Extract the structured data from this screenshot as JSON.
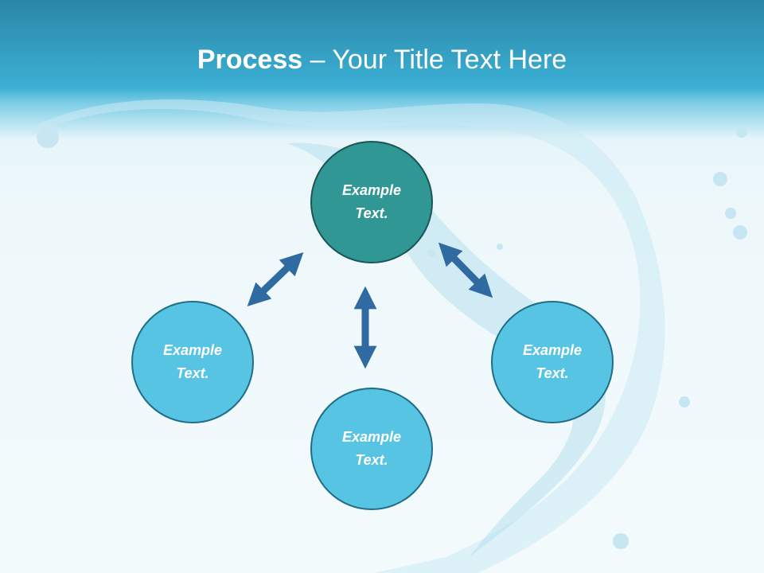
{
  "title": {
    "bold": "Process",
    "rest": " – Your Title Text Here"
  },
  "nodes": {
    "top": "Example Text.",
    "left": "Example Text.",
    "bottom": "Example Text.",
    "right": "Example Text."
  },
  "colors": {
    "header": "#3bb0d4",
    "node_light": "#57c4e4",
    "node_dark": "#319794",
    "arrow": "#2f6aa0"
  }
}
